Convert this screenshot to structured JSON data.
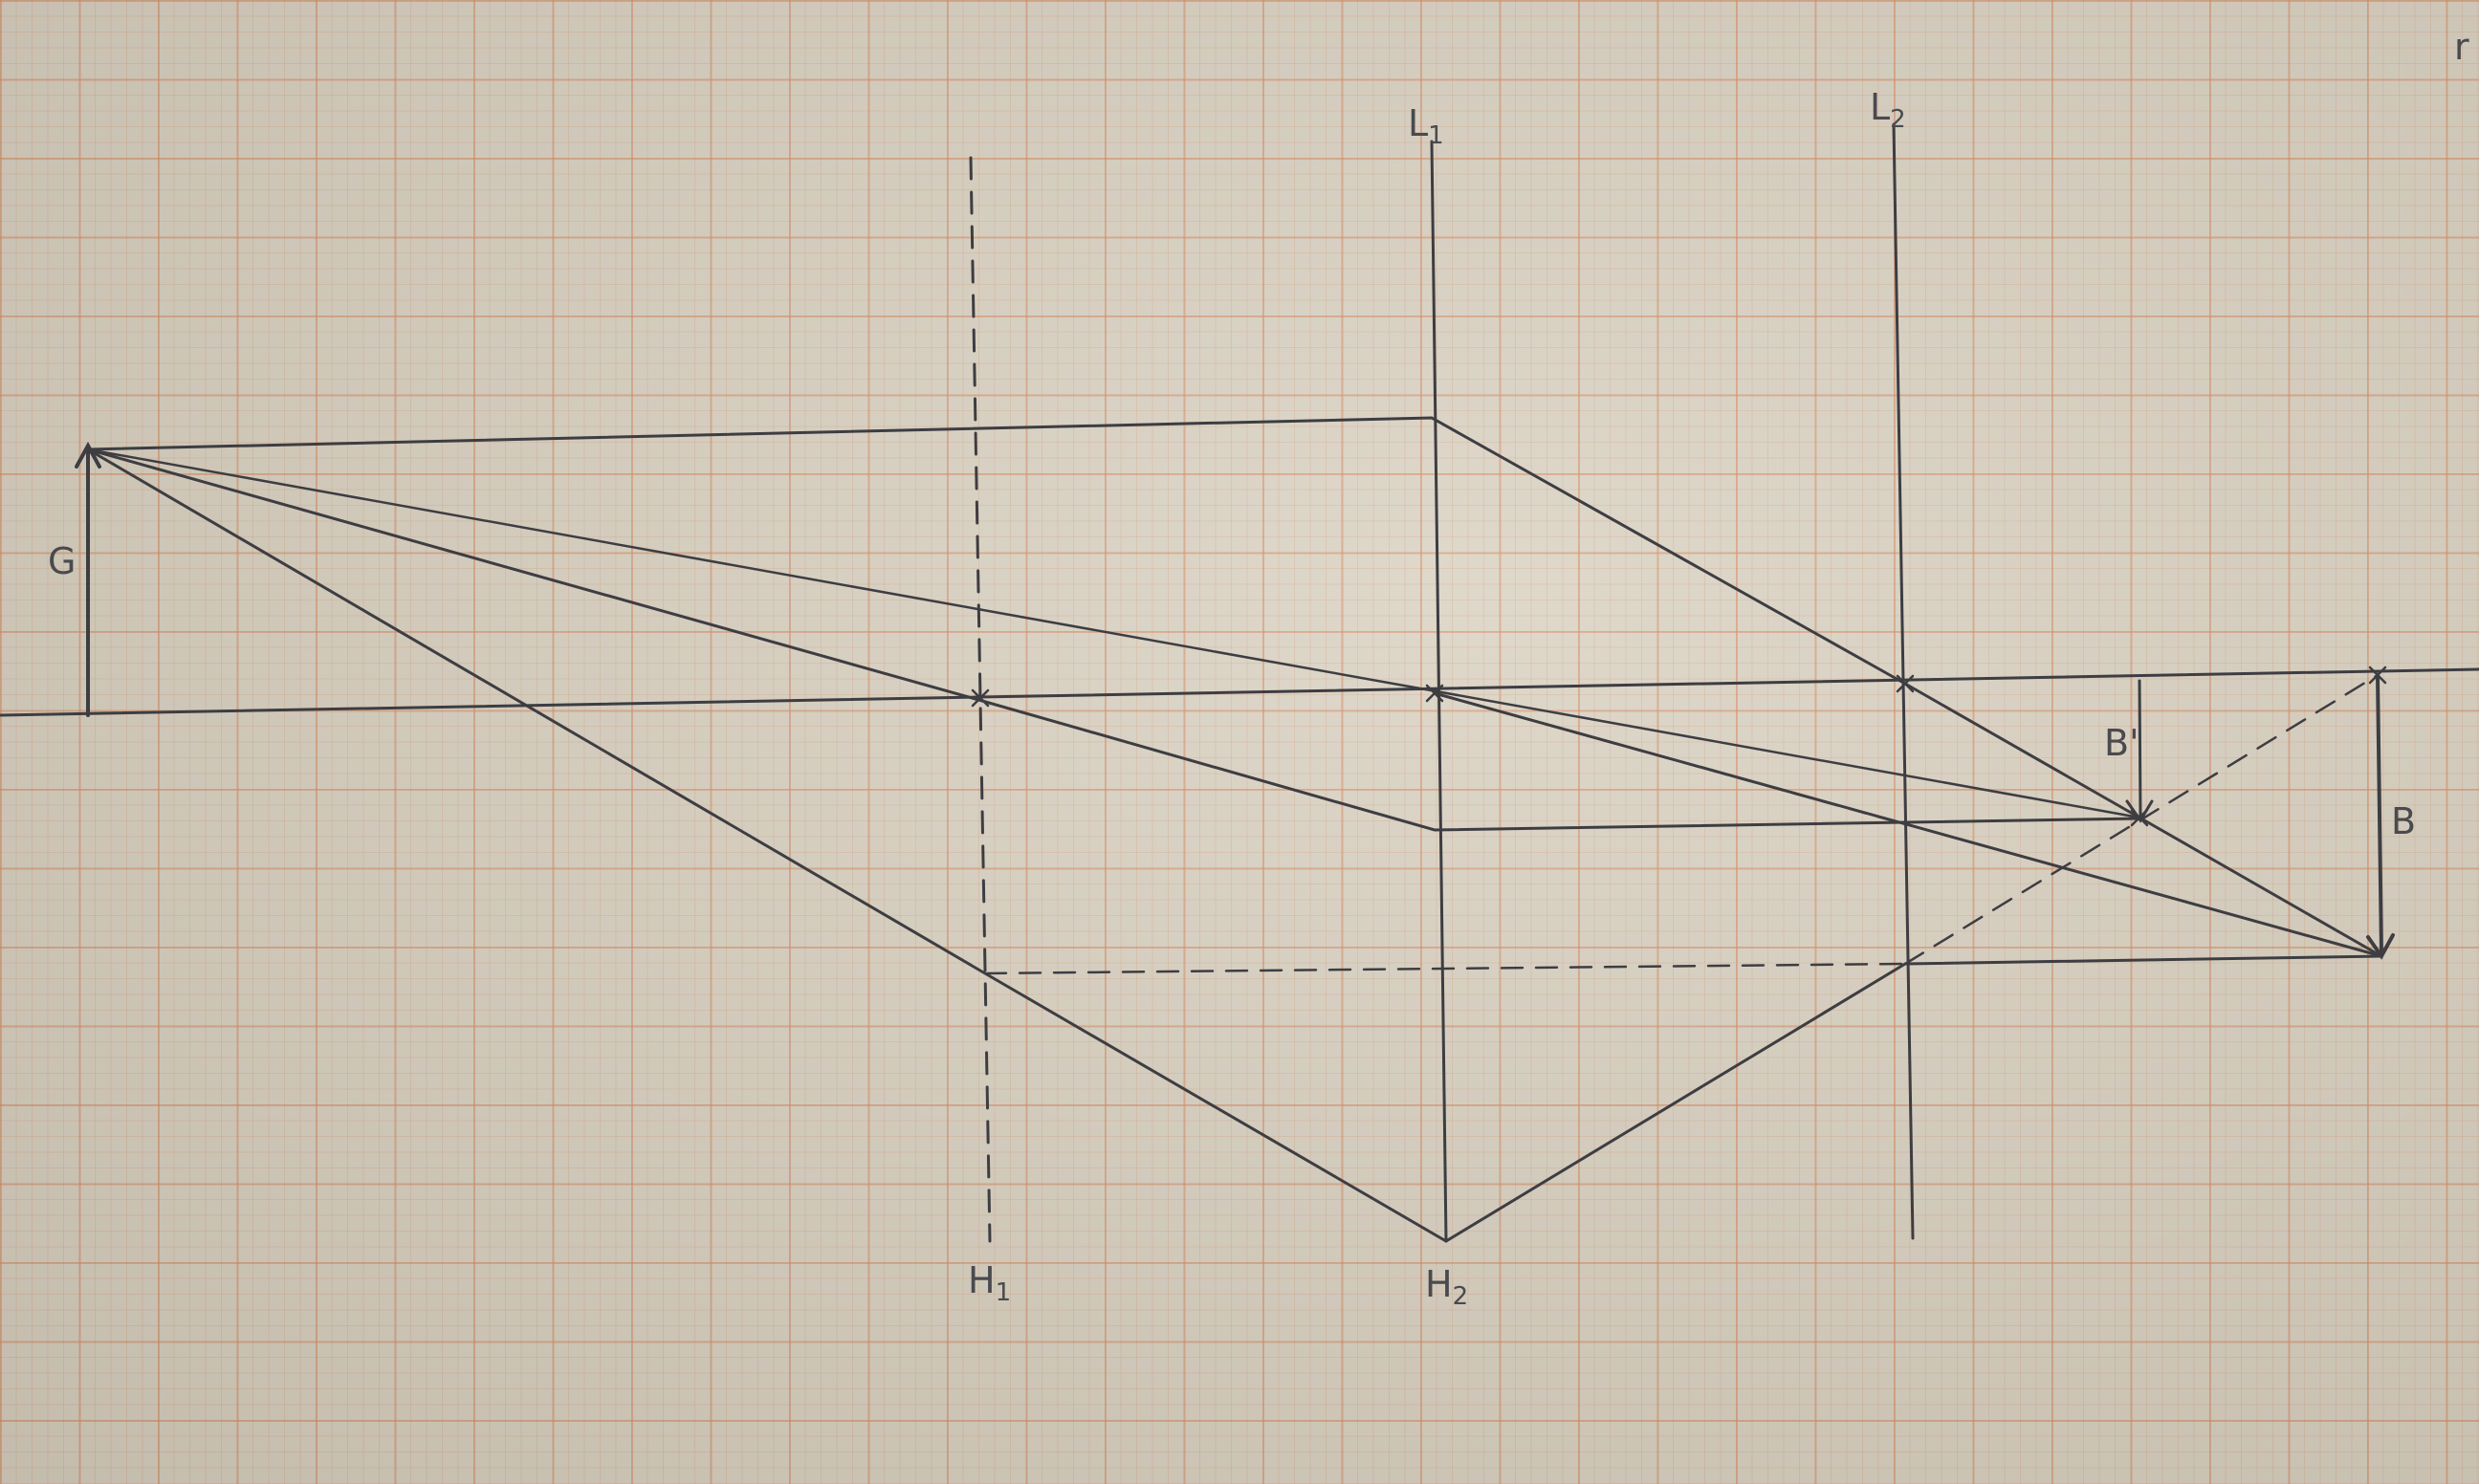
{
  "labels": {
    "object": "G",
    "image": "B",
    "intermediate_image": "B'",
    "lens1": {
      "main": "L",
      "sub": "1"
    },
    "lens2": {
      "main": "L",
      "sub": "2"
    },
    "principal1": {
      "main": "H",
      "sub": "1"
    },
    "principal2": {
      "main": "H",
      "sub": "2"
    },
    "corner_mark": "r"
  },
  "colors": {
    "paper": "#dbd4c5",
    "grid": "#d68c64",
    "pencil": "#3d3d42"
  }
}
